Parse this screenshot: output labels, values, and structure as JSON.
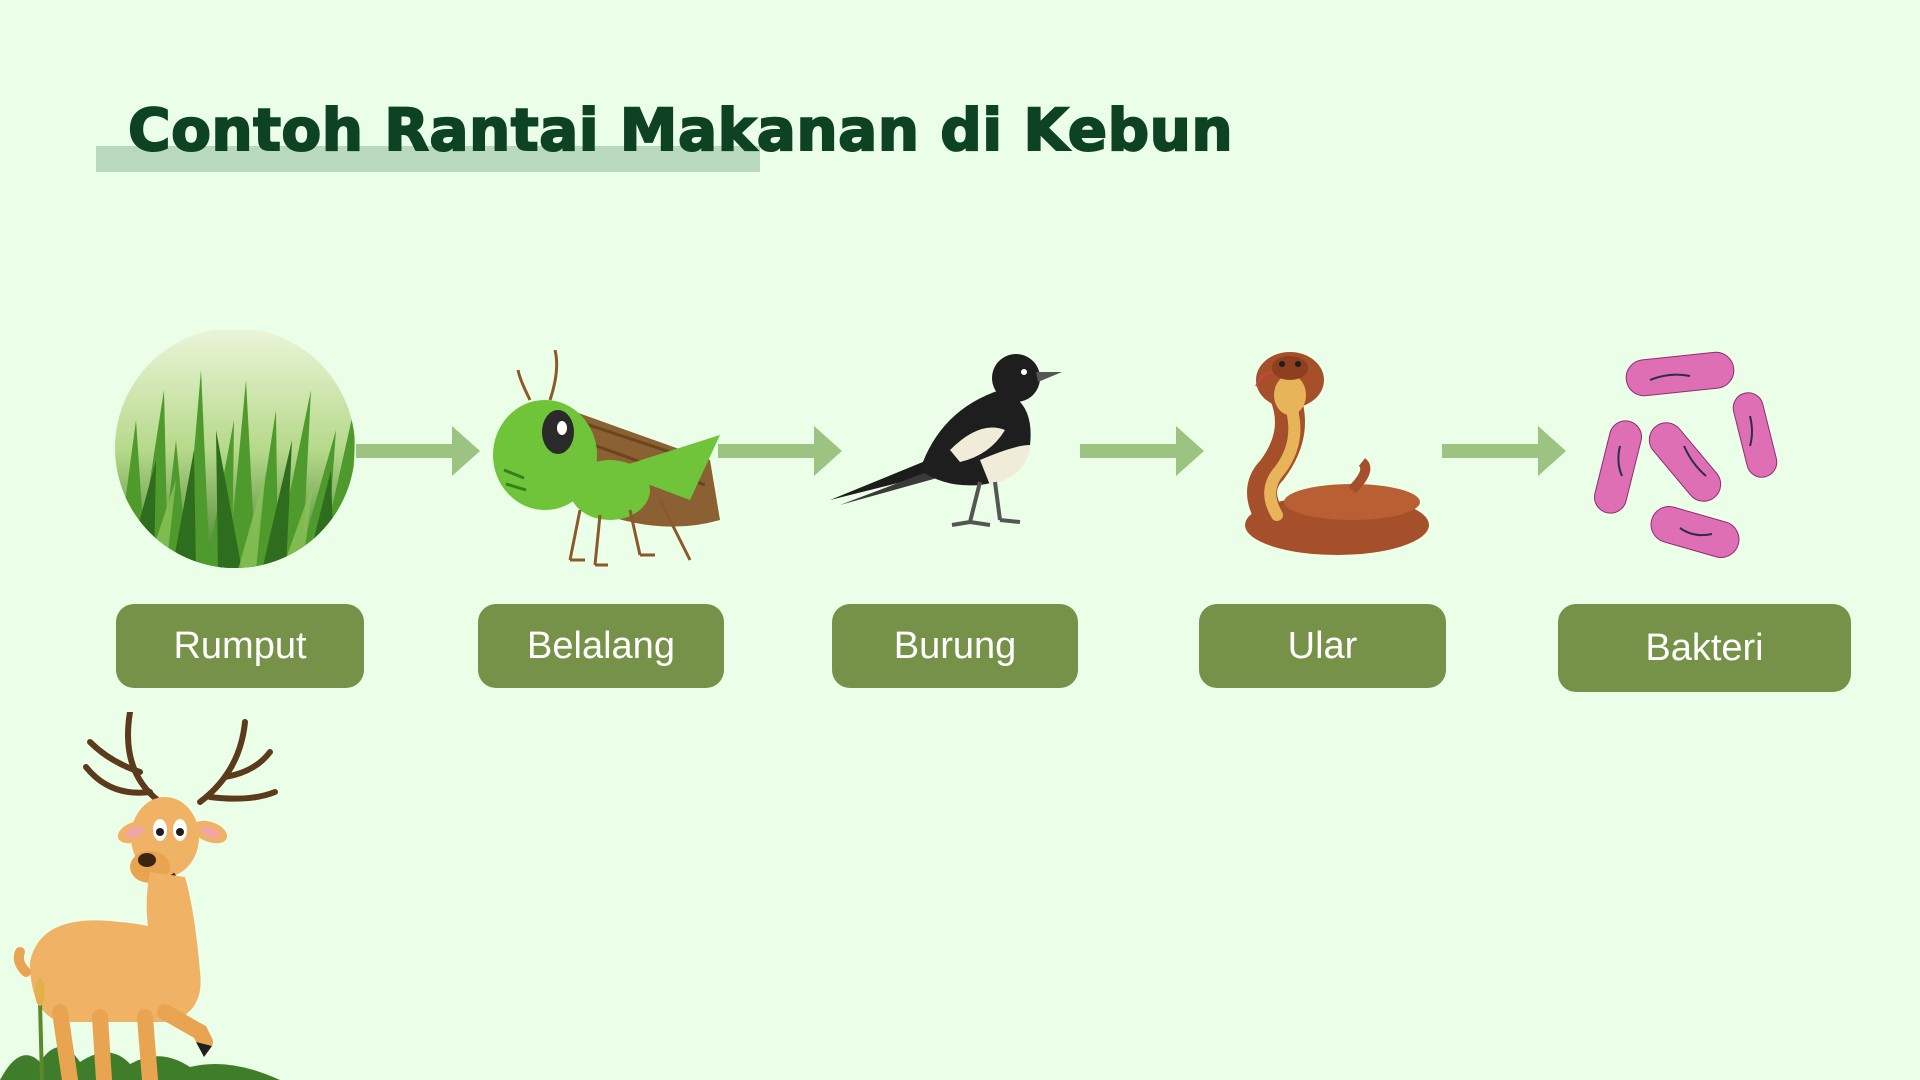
{
  "slide": {
    "title": "Contoh Rantai Makanan di Kebun"
  },
  "food_chain": [
    {
      "label": "Rumput",
      "icon": "grass-icon"
    },
    {
      "label": "Belalang",
      "icon": "grasshopper-icon"
    },
    {
      "label": "Burung",
      "icon": "magpie-bird-icon"
    },
    {
      "label": "Ular",
      "icon": "cobra-snake-icon"
    },
    {
      "label": "Bakteri",
      "icon": "bacteria-icon"
    }
  ],
  "decoration": {
    "icon": "deer-illustration"
  },
  "colors": {
    "background": "#ebfee8",
    "title": "#0d4323",
    "title_highlight": "#b9d9be",
    "label_bg": "#769248",
    "arrow": "#9dc383"
  }
}
